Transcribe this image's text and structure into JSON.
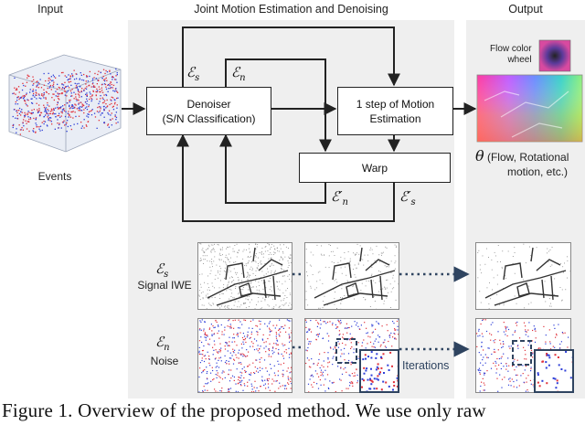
{
  "sections": {
    "input_title": "Input",
    "middle_title": "Joint Motion Estimation and Denoising",
    "output_title": "Output"
  },
  "input": {
    "events_label": "Events"
  },
  "boxes": {
    "denoiser_line1": "Denoiser",
    "denoiser_line2": "(S/N Classification)",
    "motion_line1": "1 step of Motion",
    "motion_line2": "Estimation",
    "warp": "Warp"
  },
  "symbols": {
    "e_s": "ℰ",
    "e_s_sub": "s",
    "e_n": "ℰ",
    "e_n_sub": "n",
    "e_n_prime": "ℰ′",
    "e_n_prime_sub": "n",
    "e_s_prime": "ℰ′",
    "e_s_prime_sub": "s"
  },
  "output": {
    "wheel_label_line1": "Flow color",
    "wheel_label_line2": "wheel",
    "theta": "θ",
    "theta_desc_line1": "(Flow, Rotational",
    "theta_desc_line2": "motion, etc.)"
  },
  "rows": {
    "signal_symbol": "ℰ",
    "signal_sub": "s",
    "signal_label": "Signal IWE",
    "noise_symbol": "ℰ",
    "noise_sub": "n",
    "noise_label": "Noise",
    "iterations": "Iterations"
  },
  "caption": "Figure 1.  Overview of the proposed method.  We use only raw",
  "colors": {
    "panel_bg": "#efefef",
    "event_red": "#e0303a",
    "event_blue": "#2f3fd8",
    "arrow_dark": "#2f4460"
  }
}
